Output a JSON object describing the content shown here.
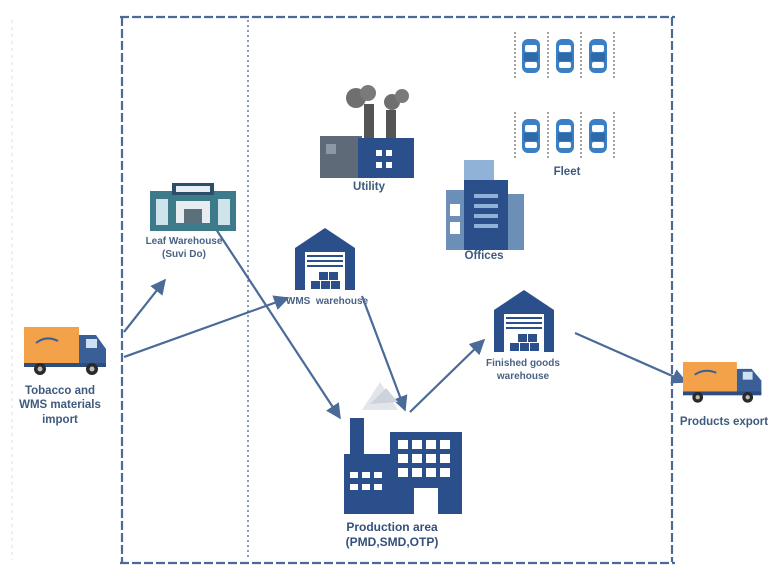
{
  "labels": {
    "import": "Tobacco and\nWMS materials\nimport",
    "leaf_warehouse": "Leaf Warehouse\n(Suvi Do)",
    "wms_warehouse": "WMS  warehouse",
    "utility": "Utility",
    "offices": "Offices",
    "fleet": "Fleet",
    "finished_goods": "Finished goods\nwarehouse",
    "production": "Production area\n(PMD,SMD,OTP)",
    "export": "Products export"
  },
  "icons": [
    "delivery-truck-icon",
    "warehouse-building-icon",
    "wms-warehouse-icon",
    "utility-factory-icon",
    "office-building-icon",
    "parking-fleet-icon",
    "finished-goods-warehouse-icon",
    "production-factory-icon"
  ],
  "colors": {
    "arrow": "#4a6a98",
    "border": "#4d6a96",
    "truck_body": "#f3a24a",
    "truck_cab": "#3a5f96",
    "building": "#2b4f8a",
    "text": "#3e5a7e"
  }
}
